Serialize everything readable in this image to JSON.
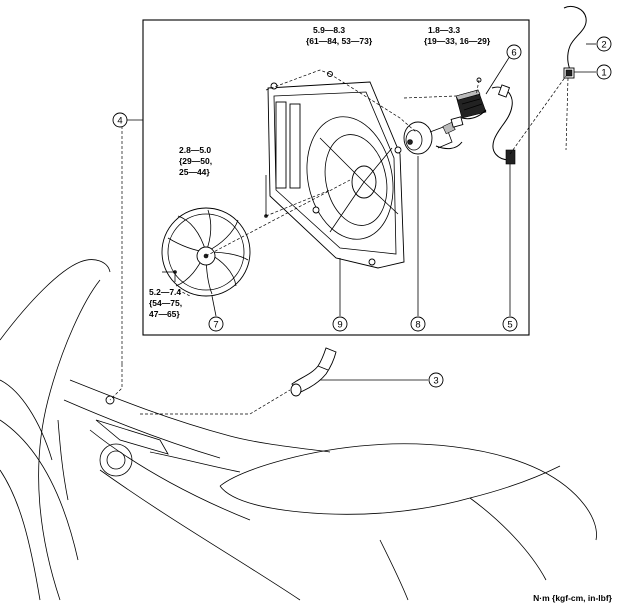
{
  "torque_specs": {
    "top_bolt": {
      "line1": "5.9—8.3",
      "line2": "{61—84, 53—73}"
    },
    "controller_bolt": {
      "line1": "1.8—3.3",
      "line2": "{19—33, 16—29}"
    },
    "shroud_bolt": {
      "line1": "2.8—5.0",
      "line2": "{29—50,",
      "line3": "25—44}"
    },
    "fan_nut": {
      "line1": "5.2—7.4",
      "line2": "{54—75,",
      "line3": "47—65}"
    }
  },
  "callouts": [
    "1",
    "2",
    "3",
    "4",
    "5",
    "6",
    "7",
    "8",
    "9"
  ],
  "units_label": "N·m {kgf-cm, in-lbf}"
}
